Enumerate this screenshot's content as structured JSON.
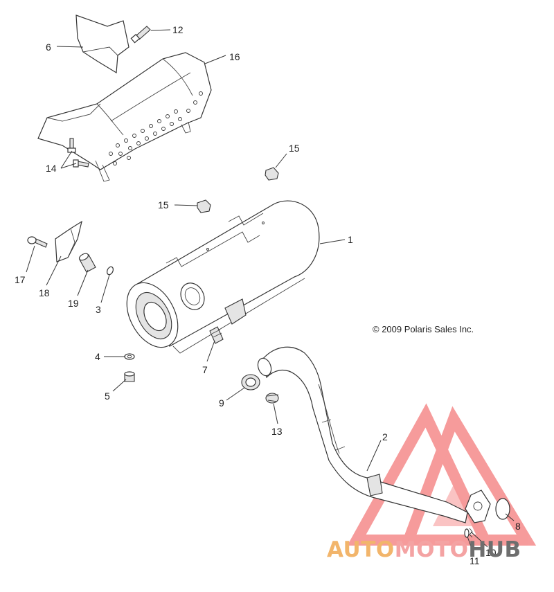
{
  "copyright": "© 2009 Polaris Sales Inc.",
  "callouts": {
    "c1": "1",
    "c2": "2",
    "c3": "3",
    "c4": "4",
    "c5": "5",
    "c6": "6",
    "c7": "7",
    "c8": "8",
    "c9": "9",
    "c10": "10",
    "c11": "11",
    "c12": "12",
    "c13": "13",
    "c14": "14",
    "c15a": "15",
    "c15b": "15",
    "c16": "16",
    "c17": "17",
    "c18": "18",
    "c19": "19"
  },
  "watermark": {
    "parts": [
      "AUTO",
      "MOTO",
      "HUB"
    ],
    "colors": {
      "auto": "#f2b56b",
      "moto": "#f4a3a3",
      "hub": "#6e6e6e",
      "logo": "#ef4a4a"
    }
  }
}
